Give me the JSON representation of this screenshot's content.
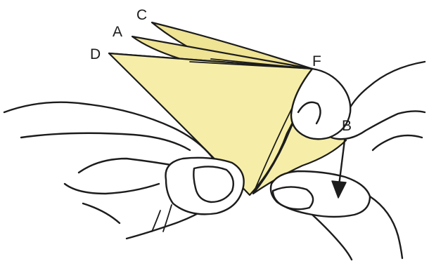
{
  "figure": {
    "colors": {
      "paper": "#f6eea8",
      "paper_shade": "#efe394",
      "ink": "#1c1c1c",
      "background": "#ffffff"
    },
    "labels": {
      "c": "C",
      "a": "A",
      "d": "D",
      "f": "F",
      "b": "B"
    },
    "icons": [
      "left-hand",
      "right-hand",
      "down-arrow"
    ]
  }
}
